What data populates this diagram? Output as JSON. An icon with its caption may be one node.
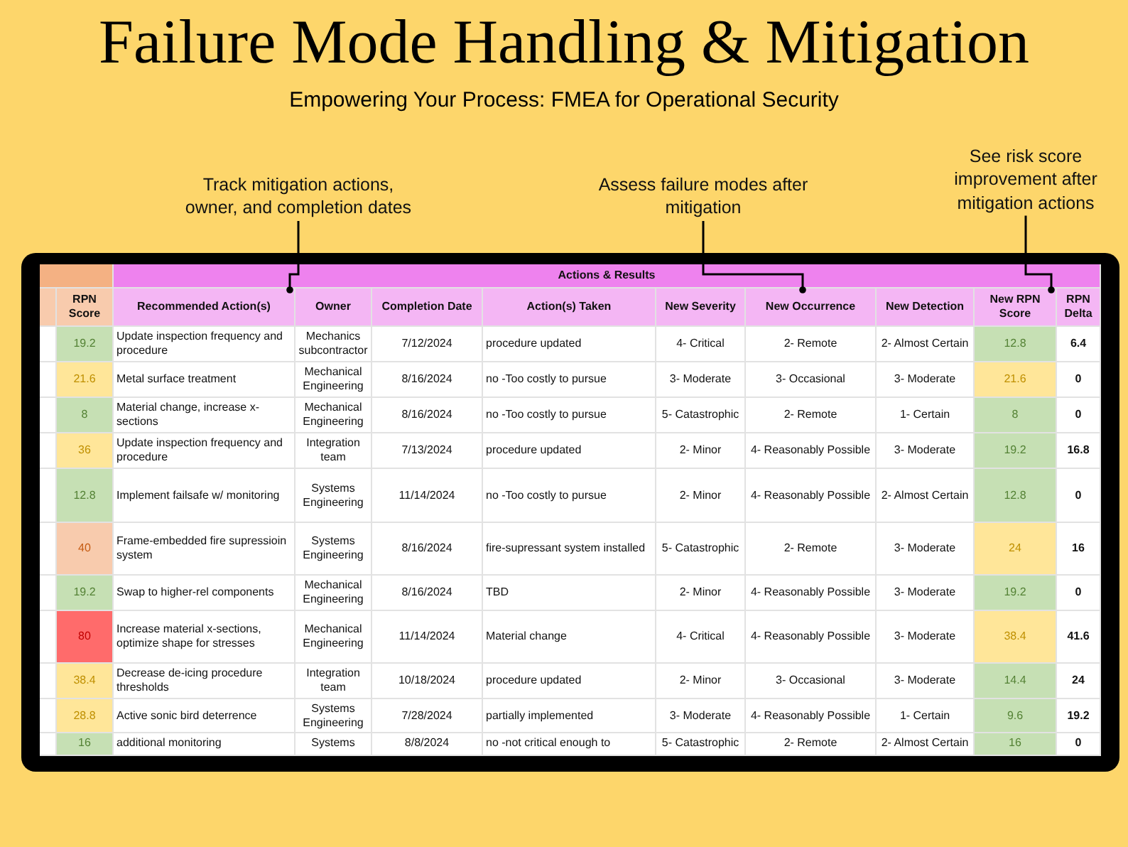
{
  "diagram": {
    "title": "Failure Mode Handling & Mitigation",
    "caption": "Empowering Your Process: FMEA for Operational Security",
    "nodes": [
      {
        "text": [
          "Track mitigation actions, owner, and completion dates"
        ]
      },
      {
        "text": [
          "Assess failure modes after mitigation"
        ]
      },
      {
        "text": [
          "See risk score improvement after mitigation actions"
        ]
      },
      {
        "text": [
          "RPN Score"
        ]
      },
      {
        "text": [
          "Recommended Action(s)"
        ]
      },
      {
        "text": [
          "Owner"
        ]
      },
      {
        "text": [
          "Completion Date"
        ]
      },
      {
        "text": [
          "Action(s) Taken"
        ]
      },
      {
        "text": [
          "New Severity"
        ]
      },
      {
        "text": [
          "New Occurrence"
        ]
      },
      {
        "text": [
          "New Detection"
        ]
      },
      {
        "text": [
          "New RPN Score"
        ]
      },
      {
        "text": [
          "RPN Delta"
        ]
      }
    ],
    "edges": [
      {
        "from": 0,
        "to": 4,
        "arrow": "other"
      },
      {
        "from": 1,
        "to": 9,
        "arrow": "other"
      },
      {
        "from": 2,
        "to": 11,
        "arrow": "other"
      }
    ],
    "labels": [
      "Actions & Results",
      "19.2",
      "Update inspection frequency and procedure",
      "Mechanics subcontractor",
      "7/12/2024",
      "procedure updated",
      "4- Critical",
      "2- Remote",
      "2- Almost Certain",
      "12.8",
      "6.4",
      "21.6",
      "Metal surface treatment",
      "Mechanical Engineering",
      "8/16/2024",
      "no -Too costly to pursue",
      "3- Moderate",
      "3- Occasional",
      "3- Moderate",
      "21.6",
      "0",
      "8",
      "Material change, increase x-sections",
      "Mechanical Engineering",
      "8/16/2024",
      "no -Too costly to pursue",
      "5- Catastrophic",
      "2- Remote",
      "1- Certain",
      "8",
      "0",
      "36",
      "Update inspection frequency and procedure",
      "Integration team",
      "7/13/2024",
      "procedure updated",
      "2- Minor",
      "4- Reasonably Possible",
      "3- Moderate",
      "19.2",
      "16.8",
      "12.8",
      "Implement failsafe w/ monitoring",
      "Systems Engineering",
      "11/14/2024",
      "no -Too costly to pursue",
      "2- Minor",
      "4- Reasonably Possible",
      "2- Almost Certain",
      "12.8",
      "0",
      "40",
      "Frame-embedded fire supressioin system",
      "Systems Engineering",
      "8/16/2024",
      "fire-supressant system installed",
      "5- Catastrophic",
      "2- Remote",
      "3- Moderate",
      "24",
      "16",
      "19.2",
      "Swap to higher-rel components",
      "Mechanical Engineering",
      "8/16/2024",
      "TBD",
      "2- Minor",
      "4- Reasonably Possible",
      "3- Moderate",
      "19.2",
      "0",
      "80",
      "Increase material x-sections, optimize shape for stresses",
      "Mechanical Engineering",
      "11/14/2024",
      "Material change",
      "4- Critical",
      "4- Reasonably Possible",
      "3- Moderate",
      "38.4",
      "41.6",
      "38.4",
      "Decrease de-icing procedure thresholds",
      "Integration team",
      "10/18/2024",
      "procedure updated",
      "2- Minor",
      "3- Occasional",
      "3- Moderate",
      "14.4",
      "24",
      "28.8",
      "Active sonic bird deterrence",
      "Systems Engineering",
      "7/28/2024",
      "partially implemented",
      "3- Moderate",
      "4- Reasonably Possible",
      "1- Certain",
      "9.6",
      "19.2",
      "16",
      "additional monitoring",
      "Systems",
      "8/8/2024",
      "no -not critical enough to",
      "5- Catastrophic",
      "2- Remote",
      "2- Almost Certain",
      "16",
      "0"
    ]
  }
}
